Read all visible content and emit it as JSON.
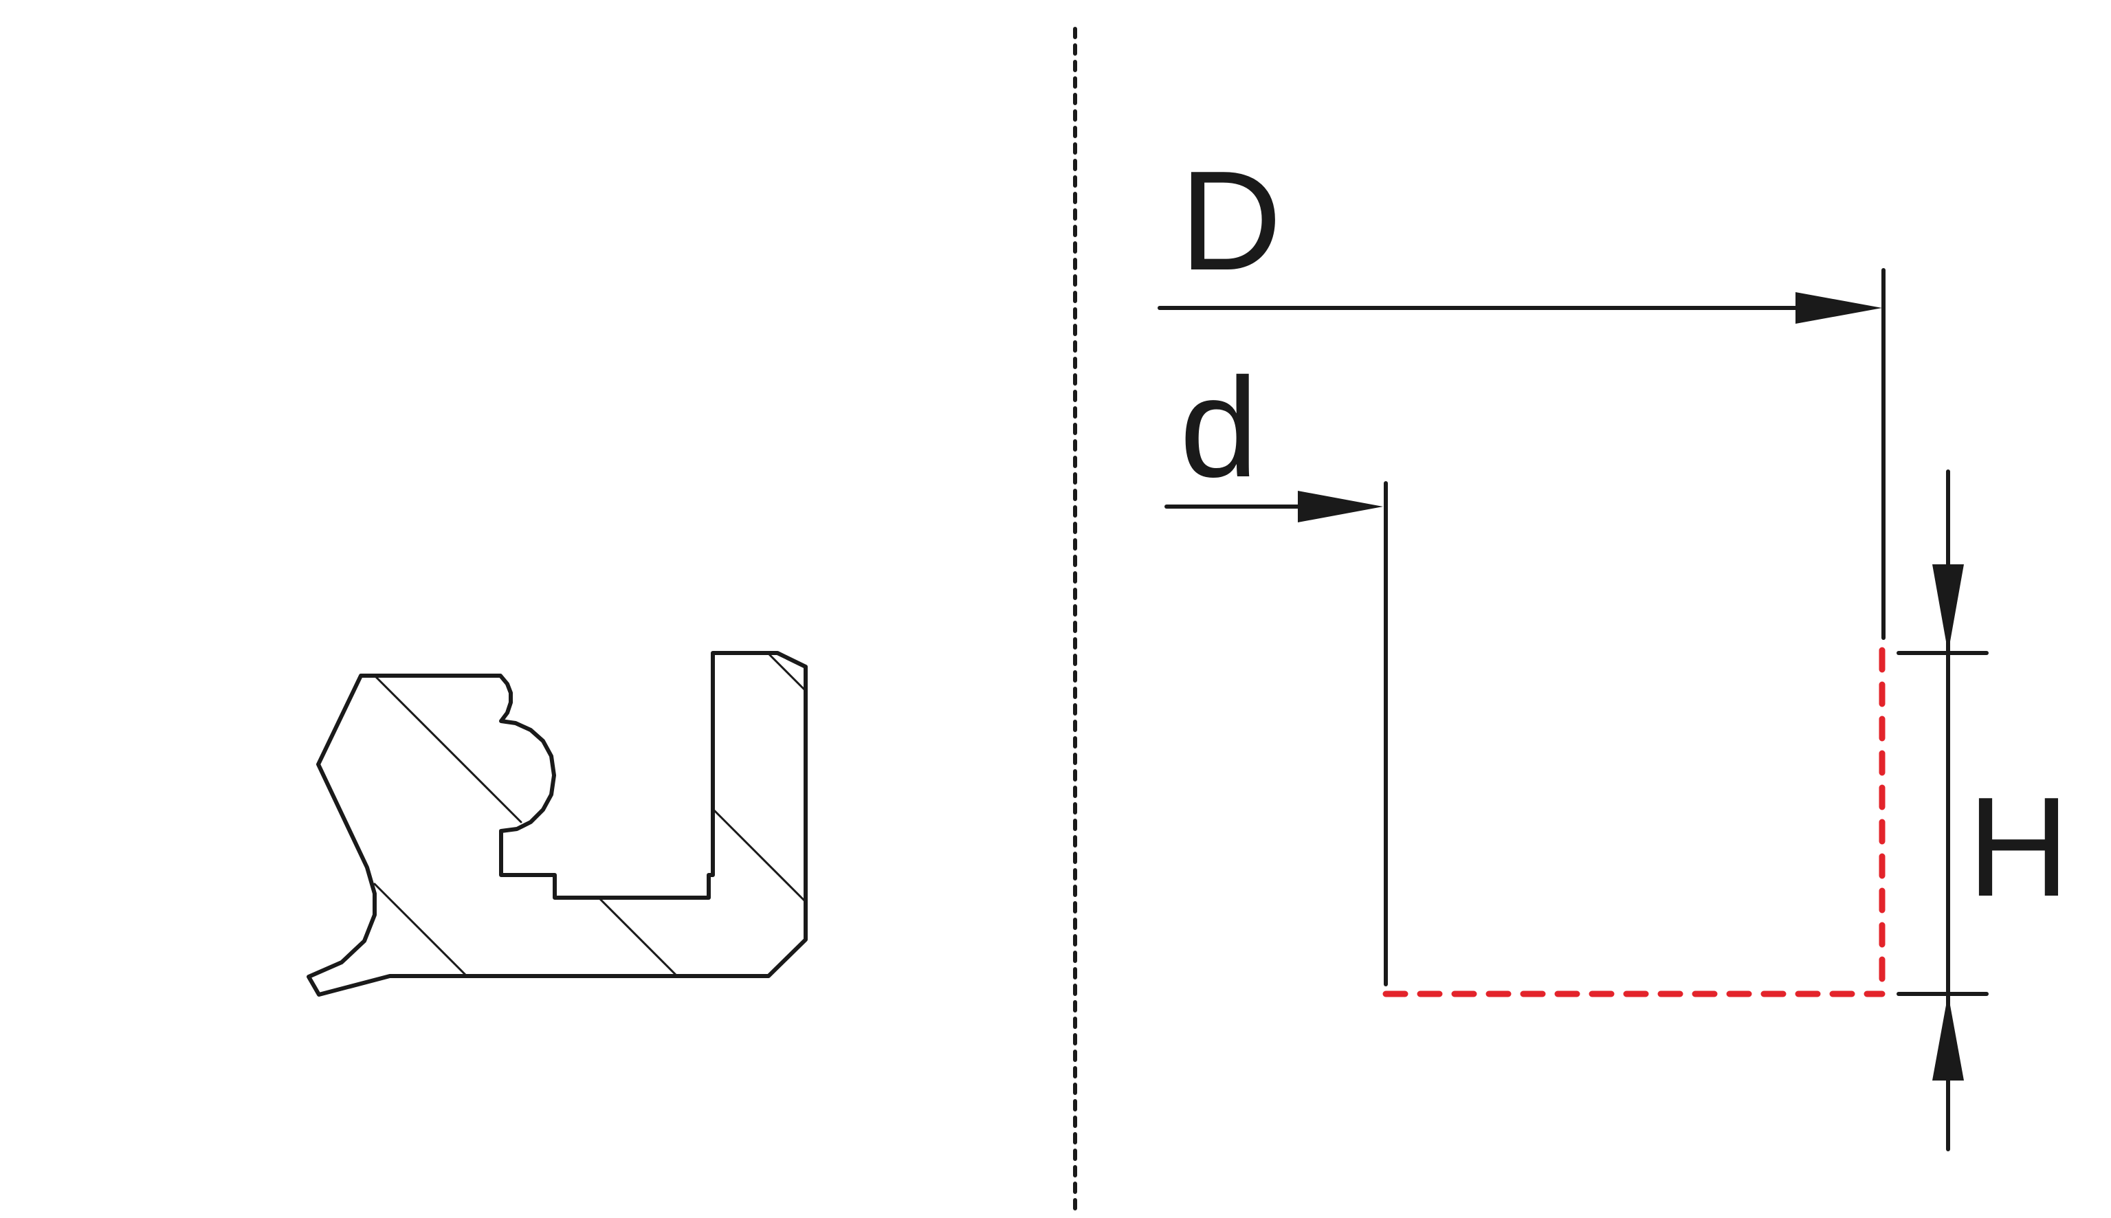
{
  "labels": {
    "outer_diameter": "D",
    "inner_diameter": "d",
    "height": "H"
  },
  "colors": {
    "line": "#1a1a1a",
    "highlight": "#e3242b",
    "background": "#ffffff"
  }
}
